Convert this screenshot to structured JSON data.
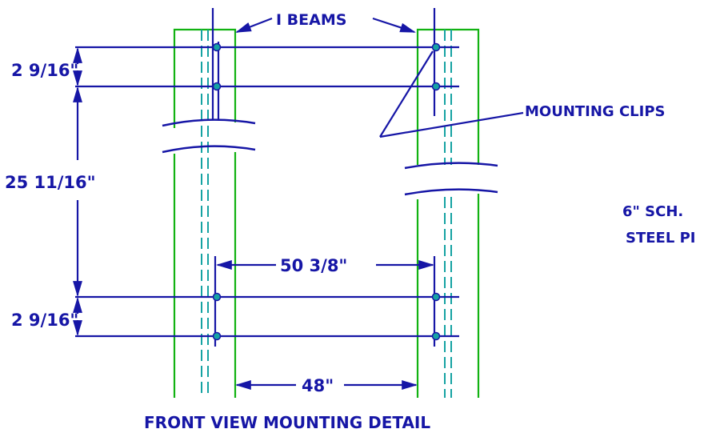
{
  "colors": {
    "dimension": "#1616a6",
    "pipe": "#12b212",
    "centerline": "#16a3a3",
    "background": "#ffffff"
  },
  "labels": {
    "i_beams": "I BEAMS",
    "mounting_clips": "MOUNTING CLIPS",
    "pipe_line1": "6\" SCH.",
    "pipe_line2": "STEEL PI",
    "dim_top": "2 9/16\"",
    "dim_middle": "25 11/16\"",
    "dim_bottom": "2 9/16\"",
    "dim_outer_width": "50 3/8\"",
    "dim_inner_width": "48\"",
    "title": "FRONT VIEW MOUNTING DETAIL"
  }
}
